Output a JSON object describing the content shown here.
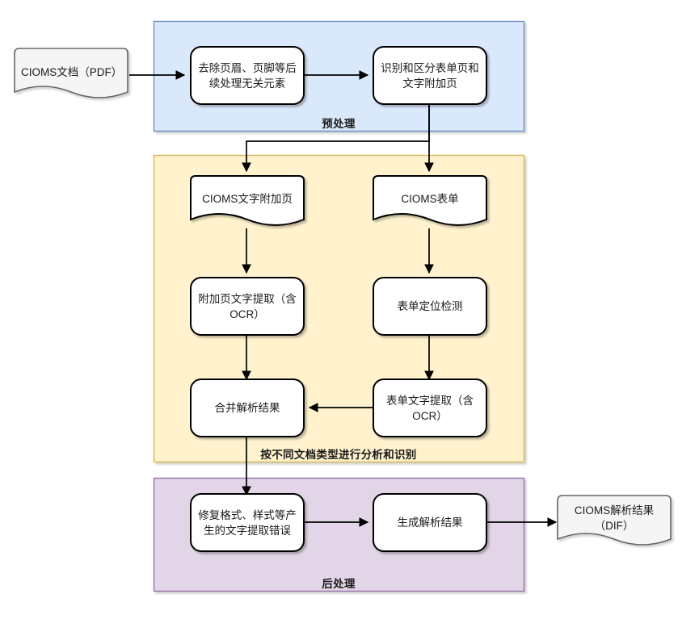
{
  "diagram": {
    "title_lanes": {
      "preprocess": "预处理",
      "analyze": "按不同文档类型进行分析和识别",
      "postprocess": "后处理"
    },
    "colors": {
      "lane_preprocess_fill": "#dae8fc",
      "lane_preprocess_stroke": "#6c8ebf",
      "lane_analyze_fill": "#fff2cc",
      "lane_analyze_stroke": "#d6b656",
      "lane_postprocess_fill": "#e1d5e7",
      "lane_postprocess_stroke": "#9673a6",
      "node_fill": "#ffffff",
      "node_stroke": "#000000",
      "doc_fill": "#f5f5f5",
      "doc_stroke": "#666666",
      "edge_stroke": "#000000",
      "text": "#1a1a1a"
    },
    "nodes": {
      "input_doc": "CIOMS文档（PDF）",
      "strip_headers": "去除页眉、页脚等后续处理无关元素",
      "classify_pages": "识别和区分表单页和文字附加页",
      "text_attach_pages": "CIOMS文字附加页",
      "cioms_form": "CIOMS表单",
      "attach_text_extract": "附加页文字提取（含OCR）",
      "form_locate_detect": "表单定位检测",
      "merge_results": "合并解析结果",
      "form_text_extract": "表单文字提取（含OCR）",
      "fix_format_errors": "修复格式、样式等产生的文字提取错误",
      "generate_results": "生成解析结果",
      "output_doc": "CIOMS解析结果（DIF）"
    }
  }
}
